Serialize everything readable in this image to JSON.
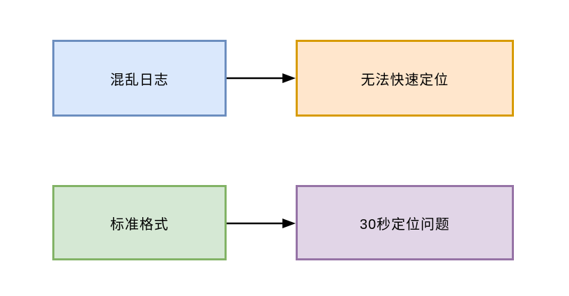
{
  "diagram": {
    "background": "#ffffff",
    "text_color": "#000000",
    "nodes": [
      {
        "id": "chaotic-logs",
        "label": "混乱日志",
        "fill": "#dae8fc",
        "border": "#6c8ebf"
      },
      {
        "id": "cannot-locate",
        "label": "无法快速定位",
        "fill": "#ffe6cc",
        "border": "#d79b00"
      },
      {
        "id": "standard-format",
        "label": "标准格式",
        "fill": "#d5e8d4",
        "border": "#82b366"
      },
      {
        "id": "locate-in-30s",
        "label": "30秒定位问题",
        "fill": "#e1d5e7",
        "border": "#9673a6"
      }
    ],
    "edges": [
      {
        "from": "chaotic-logs",
        "to": "cannot-locate",
        "color": "#000000",
        "style": "arrow-right"
      },
      {
        "from": "standard-format",
        "to": "locate-in-30s",
        "color": "#000000",
        "style": "arrow-right"
      }
    ]
  }
}
